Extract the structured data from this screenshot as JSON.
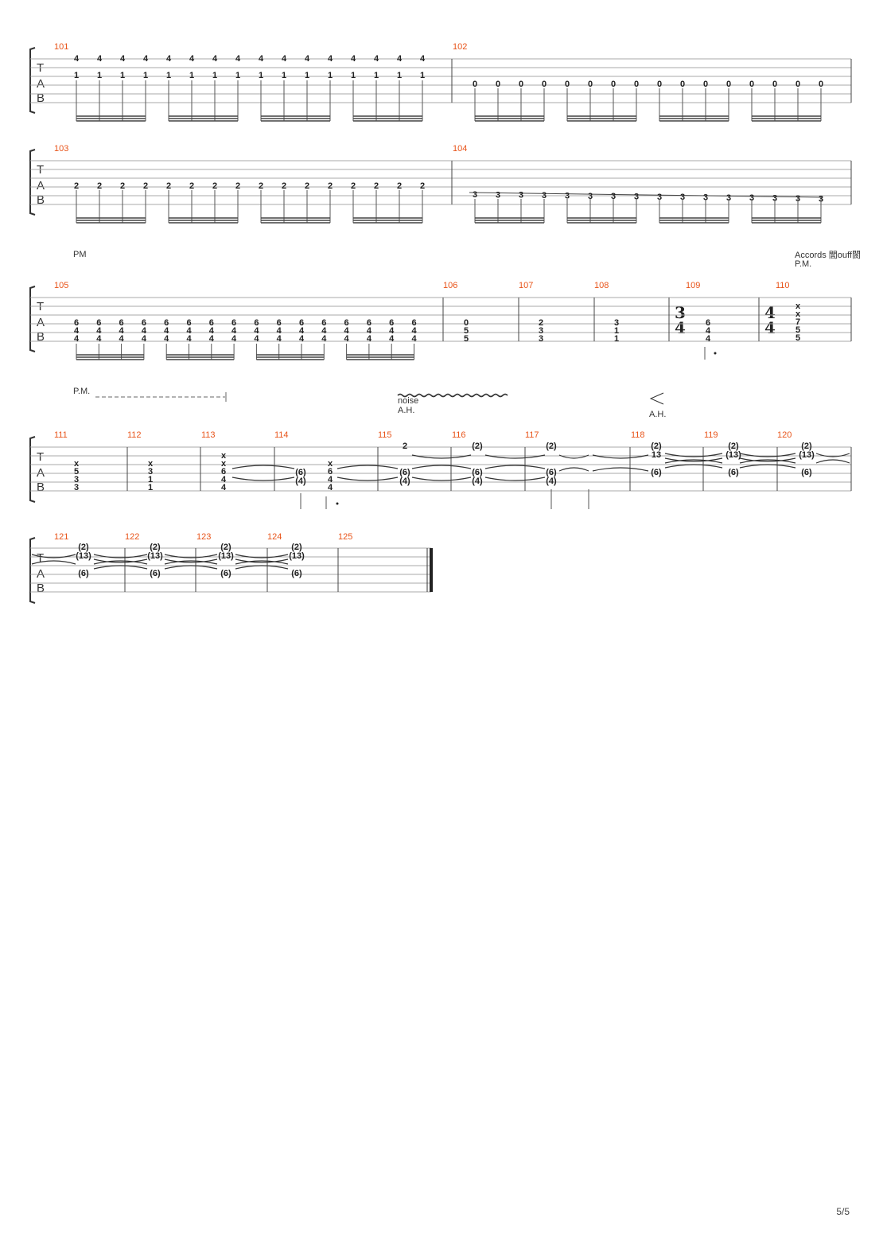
{
  "page_number": "5/5",
  "clef_letters": [
    "T",
    "A",
    "B"
  ],
  "annotations": {
    "pm_row3": "PM",
    "accords_label": "Accords 閭ouff閬",
    "pm_row3_right": "P.M.",
    "pm_row4": "P.M.",
    "noise": "noise",
    "ah_1": "A.H.",
    "ah_2": "A.H."
  },
  "time_signatures": [
    {
      "measure": "109",
      "top": "3",
      "bottom": "4"
    },
    {
      "measure": "110",
      "top": "4",
      "bottom": "4"
    }
  ],
  "systems": [
    {
      "measures": [
        {
          "number": "101",
          "beats": 16,
          "notes": [
            [
              "4",
              "1"
            ]
          ]
        },
        {
          "number": "102",
          "beats": 16,
          "notes": [
            [
              "0"
            ]
          ]
        }
      ]
    },
    {
      "measures": [
        {
          "number": "103",
          "beats": 16,
          "notes": [
            [
              "2"
            ]
          ]
        },
        {
          "number": "104",
          "beats": 16,
          "notes": [
            [
              "3"
            ]
          ]
        }
      ]
    },
    {
      "measures": [
        {
          "number": "105",
          "beats": 16,
          "notes": [
            [
              "6",
              "4",
              "4"
            ]
          ]
        },
        {
          "number": "106",
          "notes": [
            [
              "0",
              "5",
              "5"
            ]
          ]
        },
        {
          "number": "107",
          "notes": [
            [
              "2",
              "3",
              "3"
            ]
          ]
        },
        {
          "number": "108",
          "notes": [
            [
              "3",
              "1",
              "1"
            ]
          ]
        },
        {
          "number": "109",
          "notes": [
            [
              "6",
              "4",
              "4"
            ]
          ]
        },
        {
          "number": "110",
          "notes": [
            [
              "x",
              "x",
              "7",
              "5",
              "5"
            ]
          ]
        }
      ]
    },
    {
      "measures": [
        {
          "number": "111",
          "notes": [
            [
              "x",
              "5",
              "3",
              "3"
            ]
          ]
        },
        {
          "number": "112",
          "notes": [
            [
              "x",
              "3",
              "1",
              "1"
            ]
          ]
        },
        {
          "number": "113",
          "notes": [
            [
              "x",
              "x",
              "6",
              "4",
              "4"
            ]
          ]
        },
        {
          "number": "114",
          "notes": [
            [
              "(6)",
              "(4)"
            ],
            [
              "x",
              "6",
              "4",
              "4"
            ]
          ]
        },
        {
          "number": "115",
          "notes": [
            [
              "2"
            ],
            [
              "(6)",
              "(4)"
            ]
          ]
        },
        {
          "number": "116",
          "notes": [
            [
              "(2)"
            ],
            [
              "(6)",
              "(4)"
            ]
          ]
        },
        {
          "number": "117",
          "notes": [
            [
              "(2)"
            ],
            [
              "(6)",
              "(4)"
            ]
          ]
        },
        {
          "number": "118",
          "notes": [
            [
              "(2)",
              "13"
            ],
            [
              "(6)"
            ]
          ]
        },
        {
          "number": "119",
          "notes": [
            [
              "(2)",
              "(13)"
            ],
            [
              "(6)"
            ]
          ]
        },
        {
          "number": "120",
          "notes": [
            [
              "(2)",
              "(13)"
            ],
            [
              "(6)"
            ]
          ]
        }
      ]
    },
    {
      "measures": [
        {
          "number": "121",
          "notes": [
            [
              "(2)",
              "(13)"
            ],
            [
              "(6)"
            ]
          ]
        },
        {
          "number": "122",
          "notes": [
            [
              "(2)",
              "(13)"
            ],
            [
              "(6)"
            ]
          ]
        },
        {
          "number": "123",
          "notes": [
            [
              "(2)",
              "(13)"
            ],
            [
              "(6)"
            ]
          ]
        },
        {
          "number": "124",
          "notes": [
            [
              "(2)",
              "(13)"
            ],
            [
              "(6)"
            ]
          ]
        },
        {
          "number": "125",
          "notes": []
        }
      ]
    }
  ]
}
